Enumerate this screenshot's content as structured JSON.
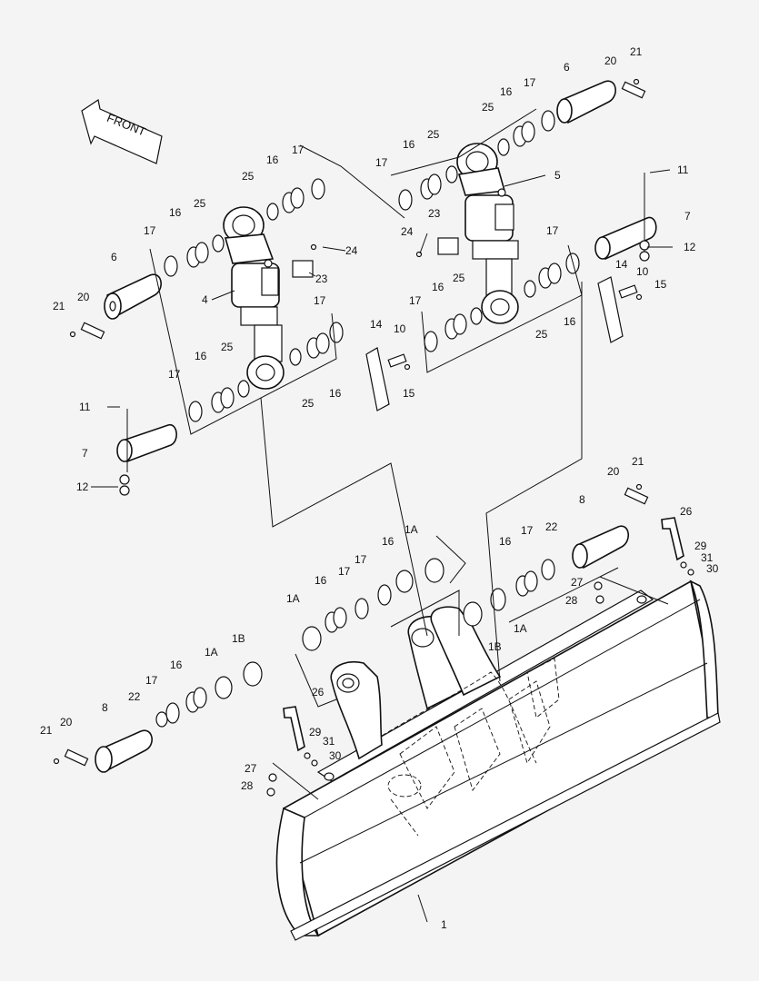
{
  "front_label": "FRONT",
  "labels": {
    "l1": "1",
    "l1A_a": "1A",
    "l1A_b": "1A",
    "l1A_c": "1A",
    "l1A_d": "1A",
    "l1B_a": "1B",
    "l1B_b": "1B",
    "l4": "4",
    "l5": "5",
    "l6_a": "6",
    "l6_b": "6",
    "l7_a": "7",
    "l7_b": "7",
    "l8_a": "8",
    "l8_b": "8",
    "l10_a": "10",
    "l10_b": "10",
    "l11_a": "11",
    "l11_b": "11",
    "l12_a": "12",
    "l12_b": "12",
    "l14_a": "14",
    "l14_b": "14",
    "l15_a": "15",
    "l15_b": "15",
    "l16_1": "16",
    "l16_2": "16",
    "l16_3": "16",
    "l16_4": "16",
    "l16_5": "16",
    "l16_6": "16",
    "l16_7": "16",
    "l16_8": "16",
    "l16_9": "16",
    "l16_10": "16",
    "l16_11": "16",
    "l16_12": "16",
    "l17_1": "17",
    "l17_2": "17",
    "l17_3": "17",
    "l17_4": "17",
    "l17_5": "17",
    "l17_6": "17",
    "l17_7": "17",
    "l17_8": "17",
    "l17_9": "17",
    "l17_10": "17",
    "l17_11": "17",
    "l17_12": "17",
    "l20_a": "20",
    "l20_b": "20",
    "l20_c": "20",
    "l20_d": "20",
    "l21_a": "21",
    "l21_b": "21",
    "l21_c": "21",
    "l21_d": "21",
    "l22_a": "22",
    "l22_b": "22",
    "l23_a": "23",
    "l23_b": "23",
    "l24_a": "24",
    "l24_b": "24",
    "l25_1": "25",
    "l25_2": "25",
    "l25_3": "25",
    "l25_4": "25",
    "l25_5": "25",
    "l25_6": "25",
    "l25_7": "25",
    "l25_8": "25",
    "l26_a": "26",
    "l26_b": "26",
    "l27_a": "27",
    "l27_b": "27",
    "l28_a": "28",
    "l28_b": "28",
    "l29_a": "29",
    "l29_b": "29",
    "l30_a": "30",
    "l30_b": "30",
    "l31_a": "31",
    "l31_b": "31"
  }
}
